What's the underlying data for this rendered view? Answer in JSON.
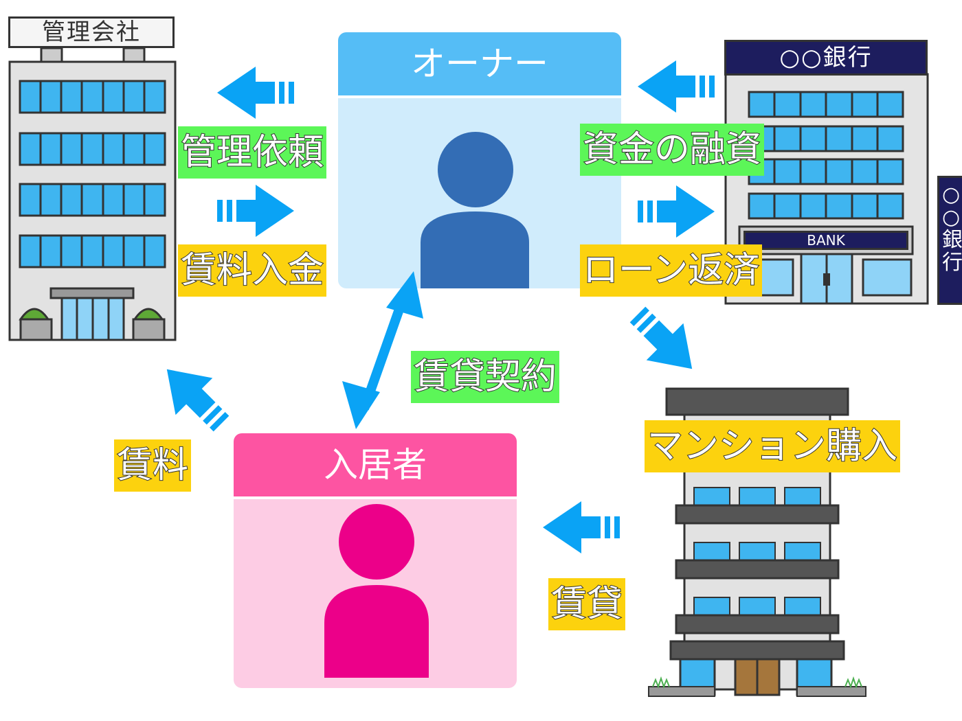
{
  "owner": {
    "title": "オーナー"
  },
  "tenant": {
    "title": "入居者"
  },
  "management_company": {
    "sign": "管理会社"
  },
  "bank": {
    "sign": "○○銀行",
    "plate": "BANK",
    "side_sign": "○○銀行"
  },
  "labels": {
    "management_request": "管理依頼",
    "rent_deposit": "賃料入金",
    "financing": "資金の融資",
    "loan_repayment": "ローン返済",
    "lease_contract": "賃貸契約",
    "rent": "賃料",
    "condo_purchase": "マンション購入",
    "lease": "賃貸"
  },
  "colors": {
    "arrow": "#0aa3f5",
    "owner_header": "#55bdf6",
    "owner_body": "#d0ecfc",
    "owner_figure": "#336db5",
    "tenant_header": "#fd54a2",
    "tenant_body": "#fdcce4",
    "tenant_figure": "#ec0089",
    "label_green": "#5cf658",
    "label_yellow": "#fcd20e"
  }
}
